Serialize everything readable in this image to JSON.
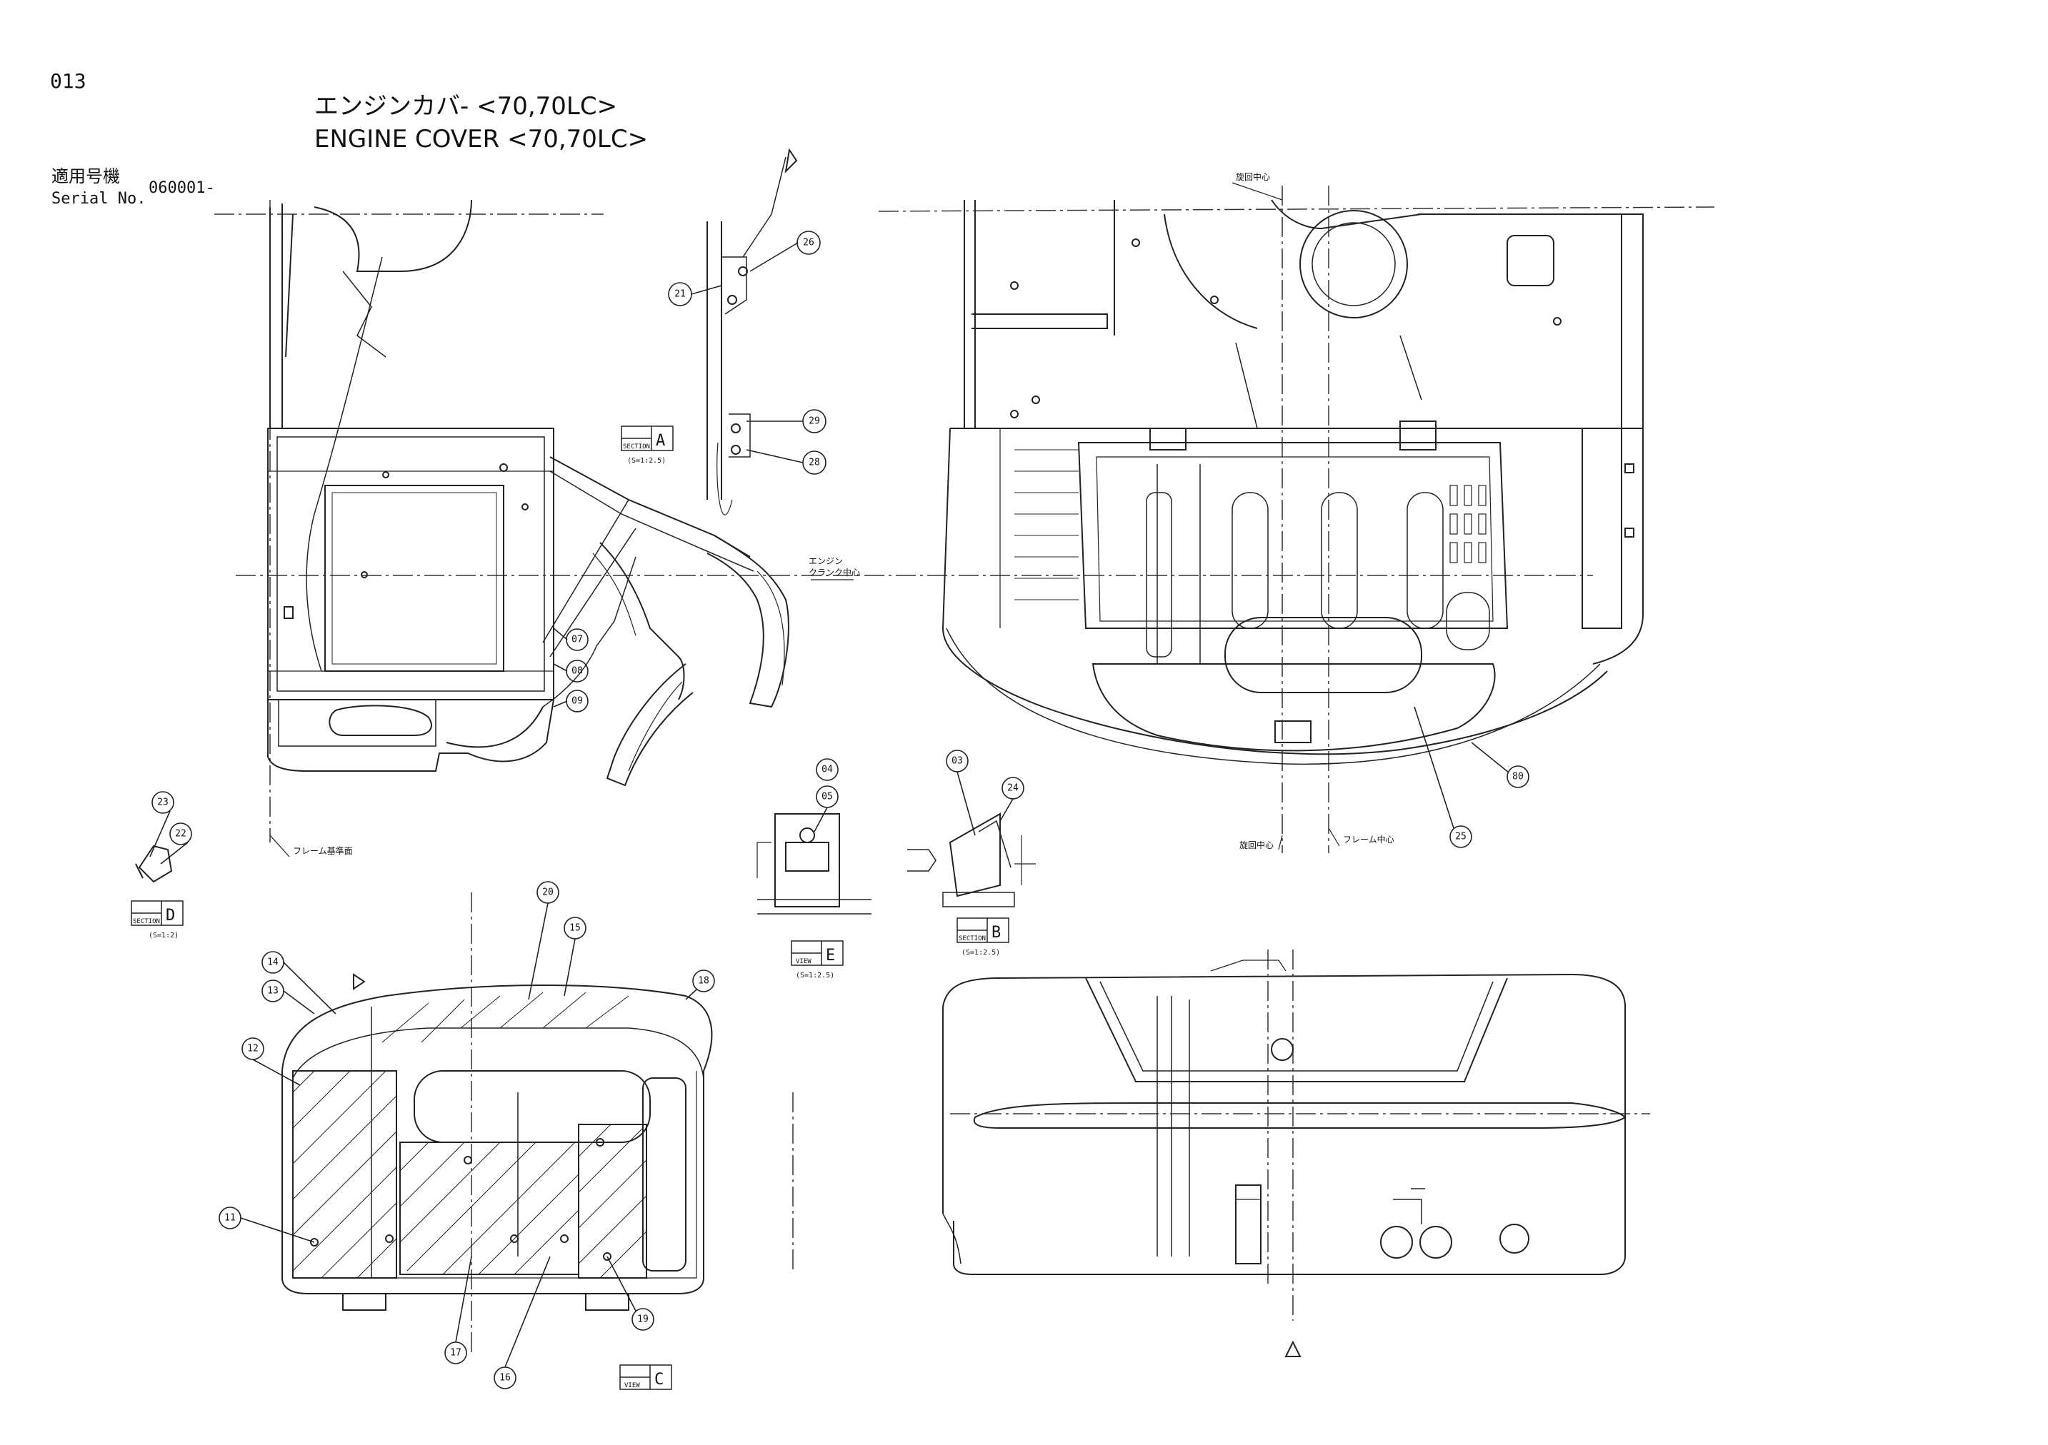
{
  "header": {
    "page_number": "013",
    "title_jp": "エンジンカバ- <70,70LC>",
    "title_en": "ENGINE COVER <70,70LC>",
    "serial_label_jp": "適用号機",
    "serial_label_en": "Serial No.",
    "serial_value": "060001-"
  },
  "callouts": [
    "26",
    "21",
    "29",
    "28",
    "07",
    "08",
    "09",
    "23",
    "22",
    "04",
    "05",
    "03",
    "24",
    "25",
    "80",
    "20",
    "15",
    "14",
    "13",
    "18",
    "12",
    "11",
    "17",
    "16",
    "19"
  ],
  "views": [
    {
      "label": "A",
      "caption": "SECTION",
      "scale": "(S=1:2.5)"
    },
    {
      "label": "D",
      "caption": "SECTION",
      "scale": "(S=1:2)"
    },
    {
      "label": "E",
      "caption": "VIEW",
      "scale": "(S=1:2.5)"
    },
    {
      "label": "B",
      "caption": "SECTION",
      "scale": "(S=1:2.5)"
    },
    {
      "label": "C",
      "caption": "VIEW",
      "scale": ""
    }
  ],
  "annotations": {
    "engine_center": "エンジン",
    "crank_center": "クランク中心",
    "frame_ref": "フレーム基準面",
    "swing_center": "旋回中心",
    "swing_center_2": "旋回中心",
    "frame_center": "フレーム中心"
  }
}
